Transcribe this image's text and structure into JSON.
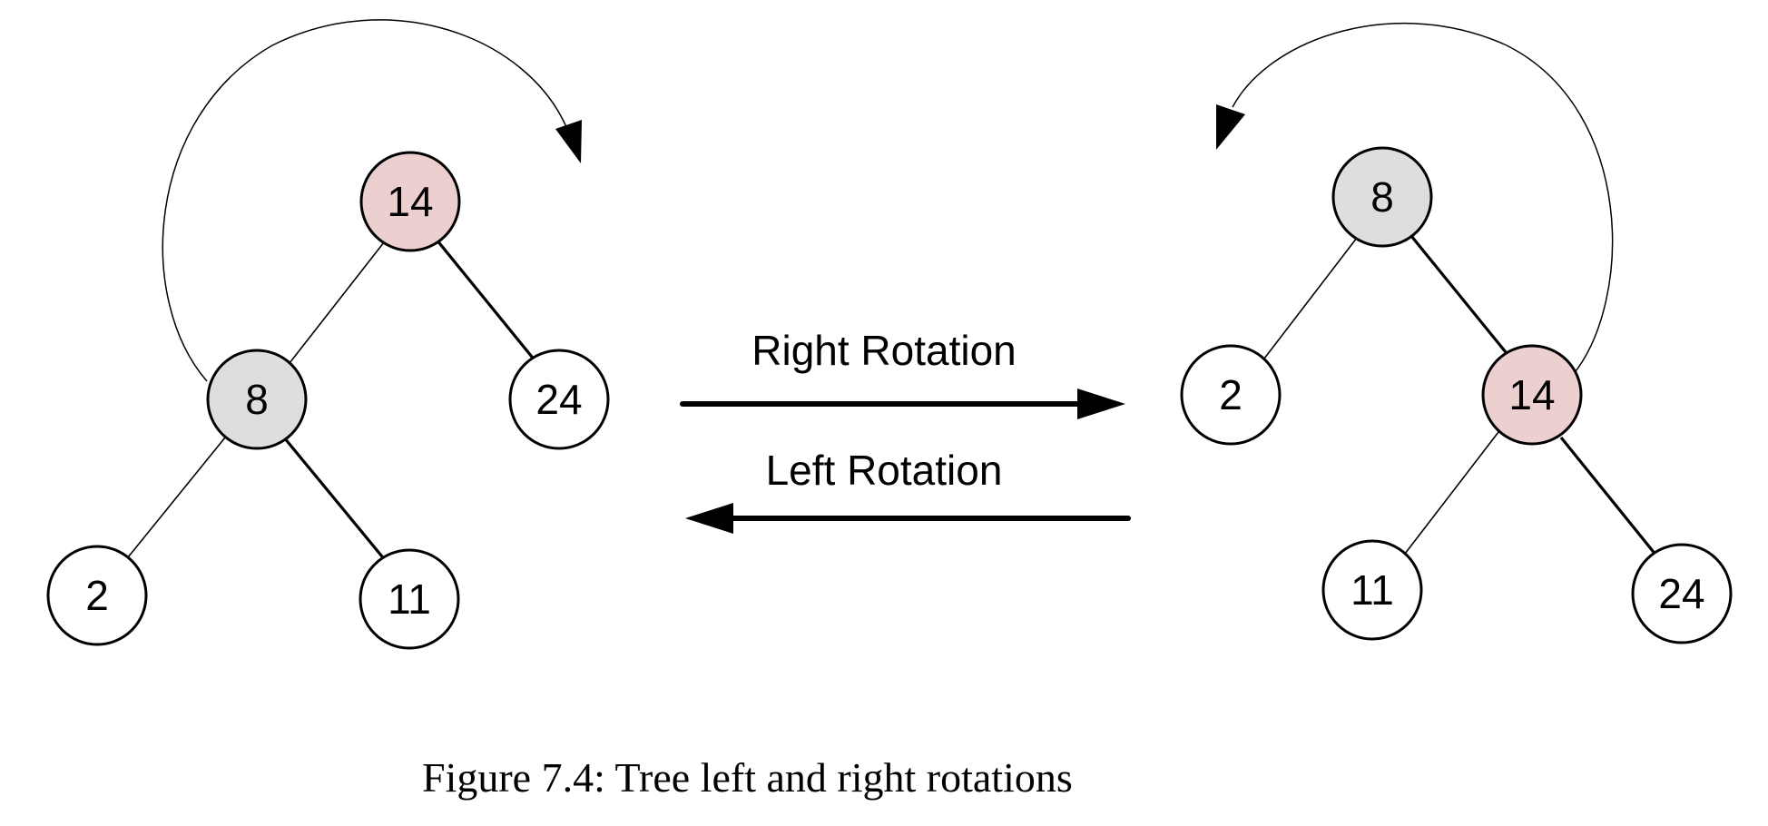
{
  "left_tree": {
    "nodes": [
      {
        "label": "14",
        "fill": "#ecd0d0"
      },
      {
        "label": "8",
        "fill": "#dedede"
      },
      {
        "label": "24",
        "fill": "#ffffff"
      },
      {
        "label": "2",
        "fill": "#ffffff"
      },
      {
        "label": "11",
        "fill": "#ffffff"
      }
    ]
  },
  "right_tree": {
    "nodes": [
      {
        "label": "8",
        "fill": "#dedede"
      },
      {
        "label": "2",
        "fill": "#ffffff"
      },
      {
        "label": "14",
        "fill": "#ecd0d0"
      },
      {
        "label": "11",
        "fill": "#ffffff"
      },
      {
        "label": "24",
        "fill": "#ffffff"
      }
    ]
  },
  "arrows": {
    "right_rotation": "Right Rotation",
    "left_rotation": "Left Rotation"
  },
  "caption": "Figure 7.4: Tree left and right rotations"
}
